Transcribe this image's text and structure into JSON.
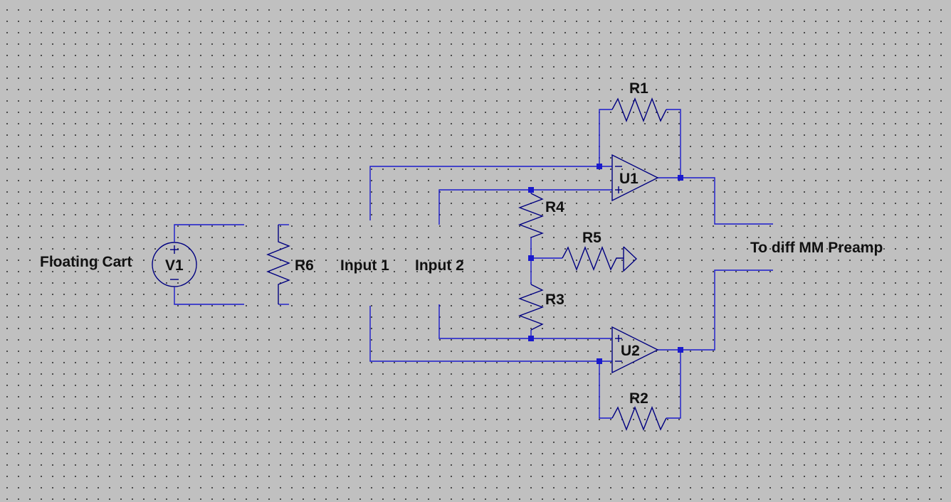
{
  "components": {
    "V1": "V1",
    "R1": "R1",
    "R2": "R2",
    "R3": "R3",
    "R4": "R4",
    "R5": "R5",
    "R6": "R6",
    "U1": "U1",
    "U2": "U2"
  },
  "labels": {
    "source": "Floating Cart",
    "input1": "Input 1",
    "input2": "Input 2",
    "output": "To diff MM Preamp"
  },
  "colors": {
    "background": "#c0c0c0",
    "wire": "#1a1acc",
    "component": "#000080",
    "text": "#111111"
  }
}
